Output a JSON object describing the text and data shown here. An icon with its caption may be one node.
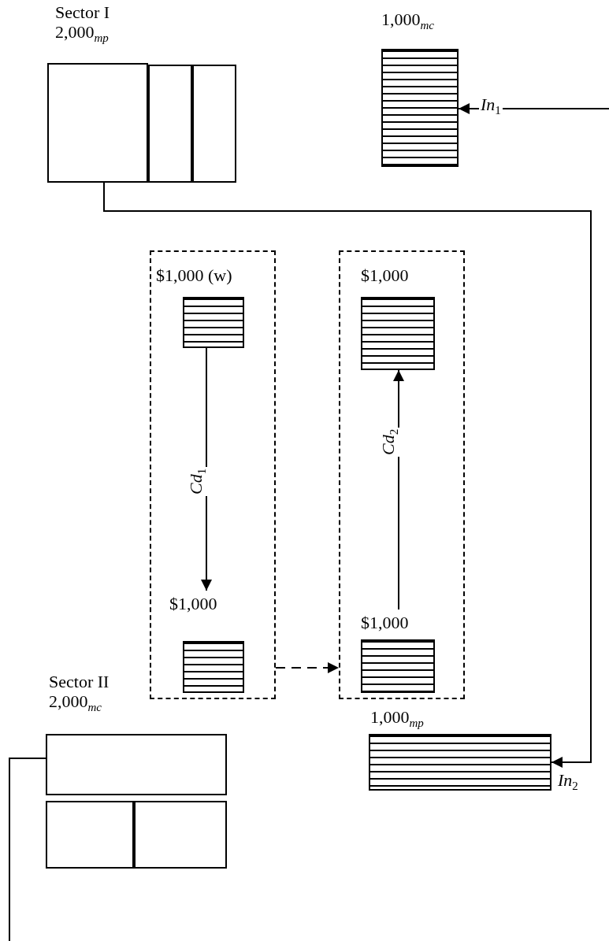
{
  "diagram": {
    "nodes": [
      {
        "text": [
          "Sector I",
          "2,000$_{mp}$"
        ]
      },
      {
        "text": [],
        "shape": "box"
      },
      {
        "text": [],
        "shape": "box"
      },
      {
        "text": [
          "1,000$_{mc}$"
        ]
      },
      {
        "text": [],
        "shape": "box"
      },
      {
        "text": [
          "$1,000 (w)"
        ],
        "in": 4
      },
      {
        "text": [
          "$1,000"
        ],
        "in": 4
      },
      {
        "text": [],
        "shape": "box"
      },
      {
        "text": [
          "$1,000"
        ],
        "in": 7
      },
      {
        "text": [
          "$1,000"
        ],
        "in": 7
      },
      {
        "text": [
          "Sector II",
          "2,000$_{mc}$"
        ]
      },
      {
        "text": [],
        "shape": "box"
      },
      {
        "text": [],
        "shape": "box"
      },
      {
        "text": [
          "1,000$_{mp}$"
        ]
      }
    ],
    "edges": [
      {
        "from": null,
        "to": 3,
        "arrow": "to",
        "label": "In$_{1}$"
      },
      {
        "from": 0,
        "to": 13,
        "arrow": "to",
        "label": "In$_{2}$"
      },
      {
        "from": 5,
        "to": 6,
        "arrow": "to",
        "label": "Cd$_{1}$"
      },
      {
        "from": 4,
        "to": 7,
        "arrow": "to",
        "style": "dashed"
      },
      {
        "from": 9,
        "to": 8,
        "arrow": "to",
        "label": "Cd$_{2}$"
      },
      {
        "from": 10,
        "to": null,
        "arrow": "none"
      }
    ]
  }
}
